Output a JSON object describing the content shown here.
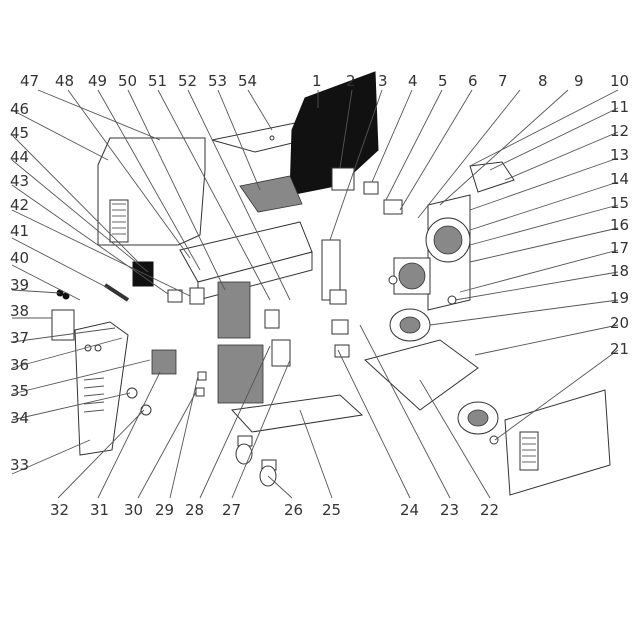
{
  "diagram": {
    "top_callouts": [
      "47",
      "48",
      "49",
      "50",
      "51",
      "52",
      "53",
      "54",
      "1",
      "2",
      "3",
      "4",
      "5",
      "6",
      "7",
      "8",
      "9",
      "10"
    ],
    "left_callouts": [
      "46",
      "45",
      "44",
      "43",
      "42",
      "41",
      "40",
      "39",
      "38",
      "37",
      "36",
      "35",
      "34",
      "33"
    ],
    "right_callouts": [
      "11",
      "12",
      "13",
      "14",
      "15",
      "16",
      "17",
      "18",
      "19",
      "20",
      "21"
    ],
    "bottom_callouts": [
      "32",
      "31",
      "30",
      "29",
      "28",
      "27",
      "26",
      "25",
      "24",
      "23",
      "22"
    ]
  }
}
